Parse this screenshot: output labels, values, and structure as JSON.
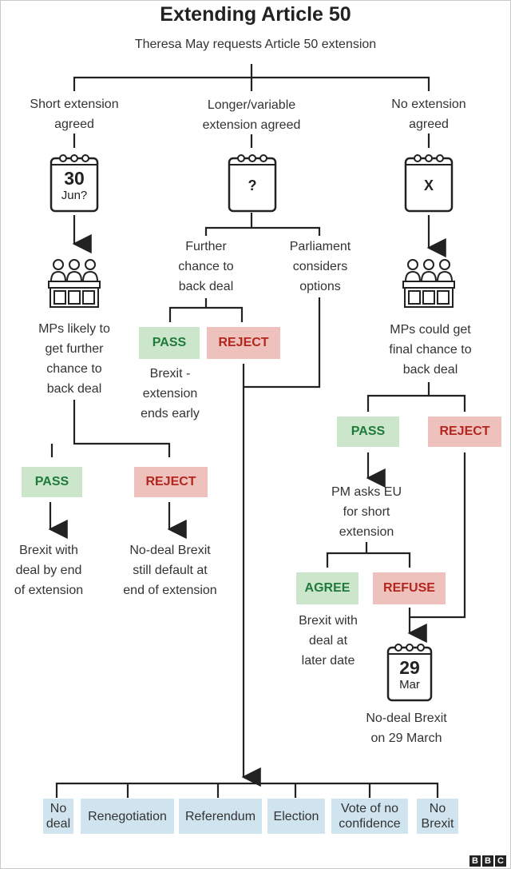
{
  "title": "Extending Article 50",
  "subtitle": "Theresa May requests Article 50 extension",
  "branches": {
    "short": {
      "label": "Short extension\nagreed",
      "calendar": {
        "day": "30",
        "month": "Jun?"
      },
      "mps_text": "MPs likely to\nget further\nchance to\nback deal",
      "pass": "PASS",
      "reject": "REJECT",
      "pass_outcome": "Brexit with\ndeal by end\nof extension",
      "reject_outcome": "No-deal Brexit\nstill default at\nend of extension"
    },
    "longer": {
      "label": "Longer/variable\nextension agreed",
      "calendar": {
        "symbol": "?"
      },
      "further": "Further\nchance to\nback deal",
      "parliament": "Parliament\nconsiders\noptions",
      "pass": "PASS",
      "reject": "REJECT",
      "pass_outcome": "Brexit -\nextension\nends early"
    },
    "none": {
      "label": "No extension\nagreed",
      "calendar": {
        "symbol": "X"
      },
      "mps_text": "MPs could get\nfinal chance to\nback deal",
      "pass": "PASS",
      "reject": "REJECT",
      "pm_asks": "PM asks EU\nfor short\nextension",
      "agree": "AGREE",
      "refuse": "REFUSE",
      "agree_outcome": "Brexit with\ndeal at\nlater date",
      "calendar2": {
        "day": "29",
        "month": "Mar"
      },
      "final_outcome": "No-deal Brexit\non 29 March"
    }
  },
  "options": [
    "No\ndeal",
    "Renegotiation",
    "Referendum",
    "Election",
    "Vote of no\nconfidence",
    "No\nBrexit"
  ],
  "logo": [
    "B",
    "B",
    "C"
  ],
  "colors": {
    "pass_bg": "#cce6cc",
    "pass_text": "#1f7a3a",
    "reject_bg": "#efc1bd",
    "reject_text": "#b3261e",
    "option_bg": "#cfe4ef",
    "line": "#222222"
  }
}
